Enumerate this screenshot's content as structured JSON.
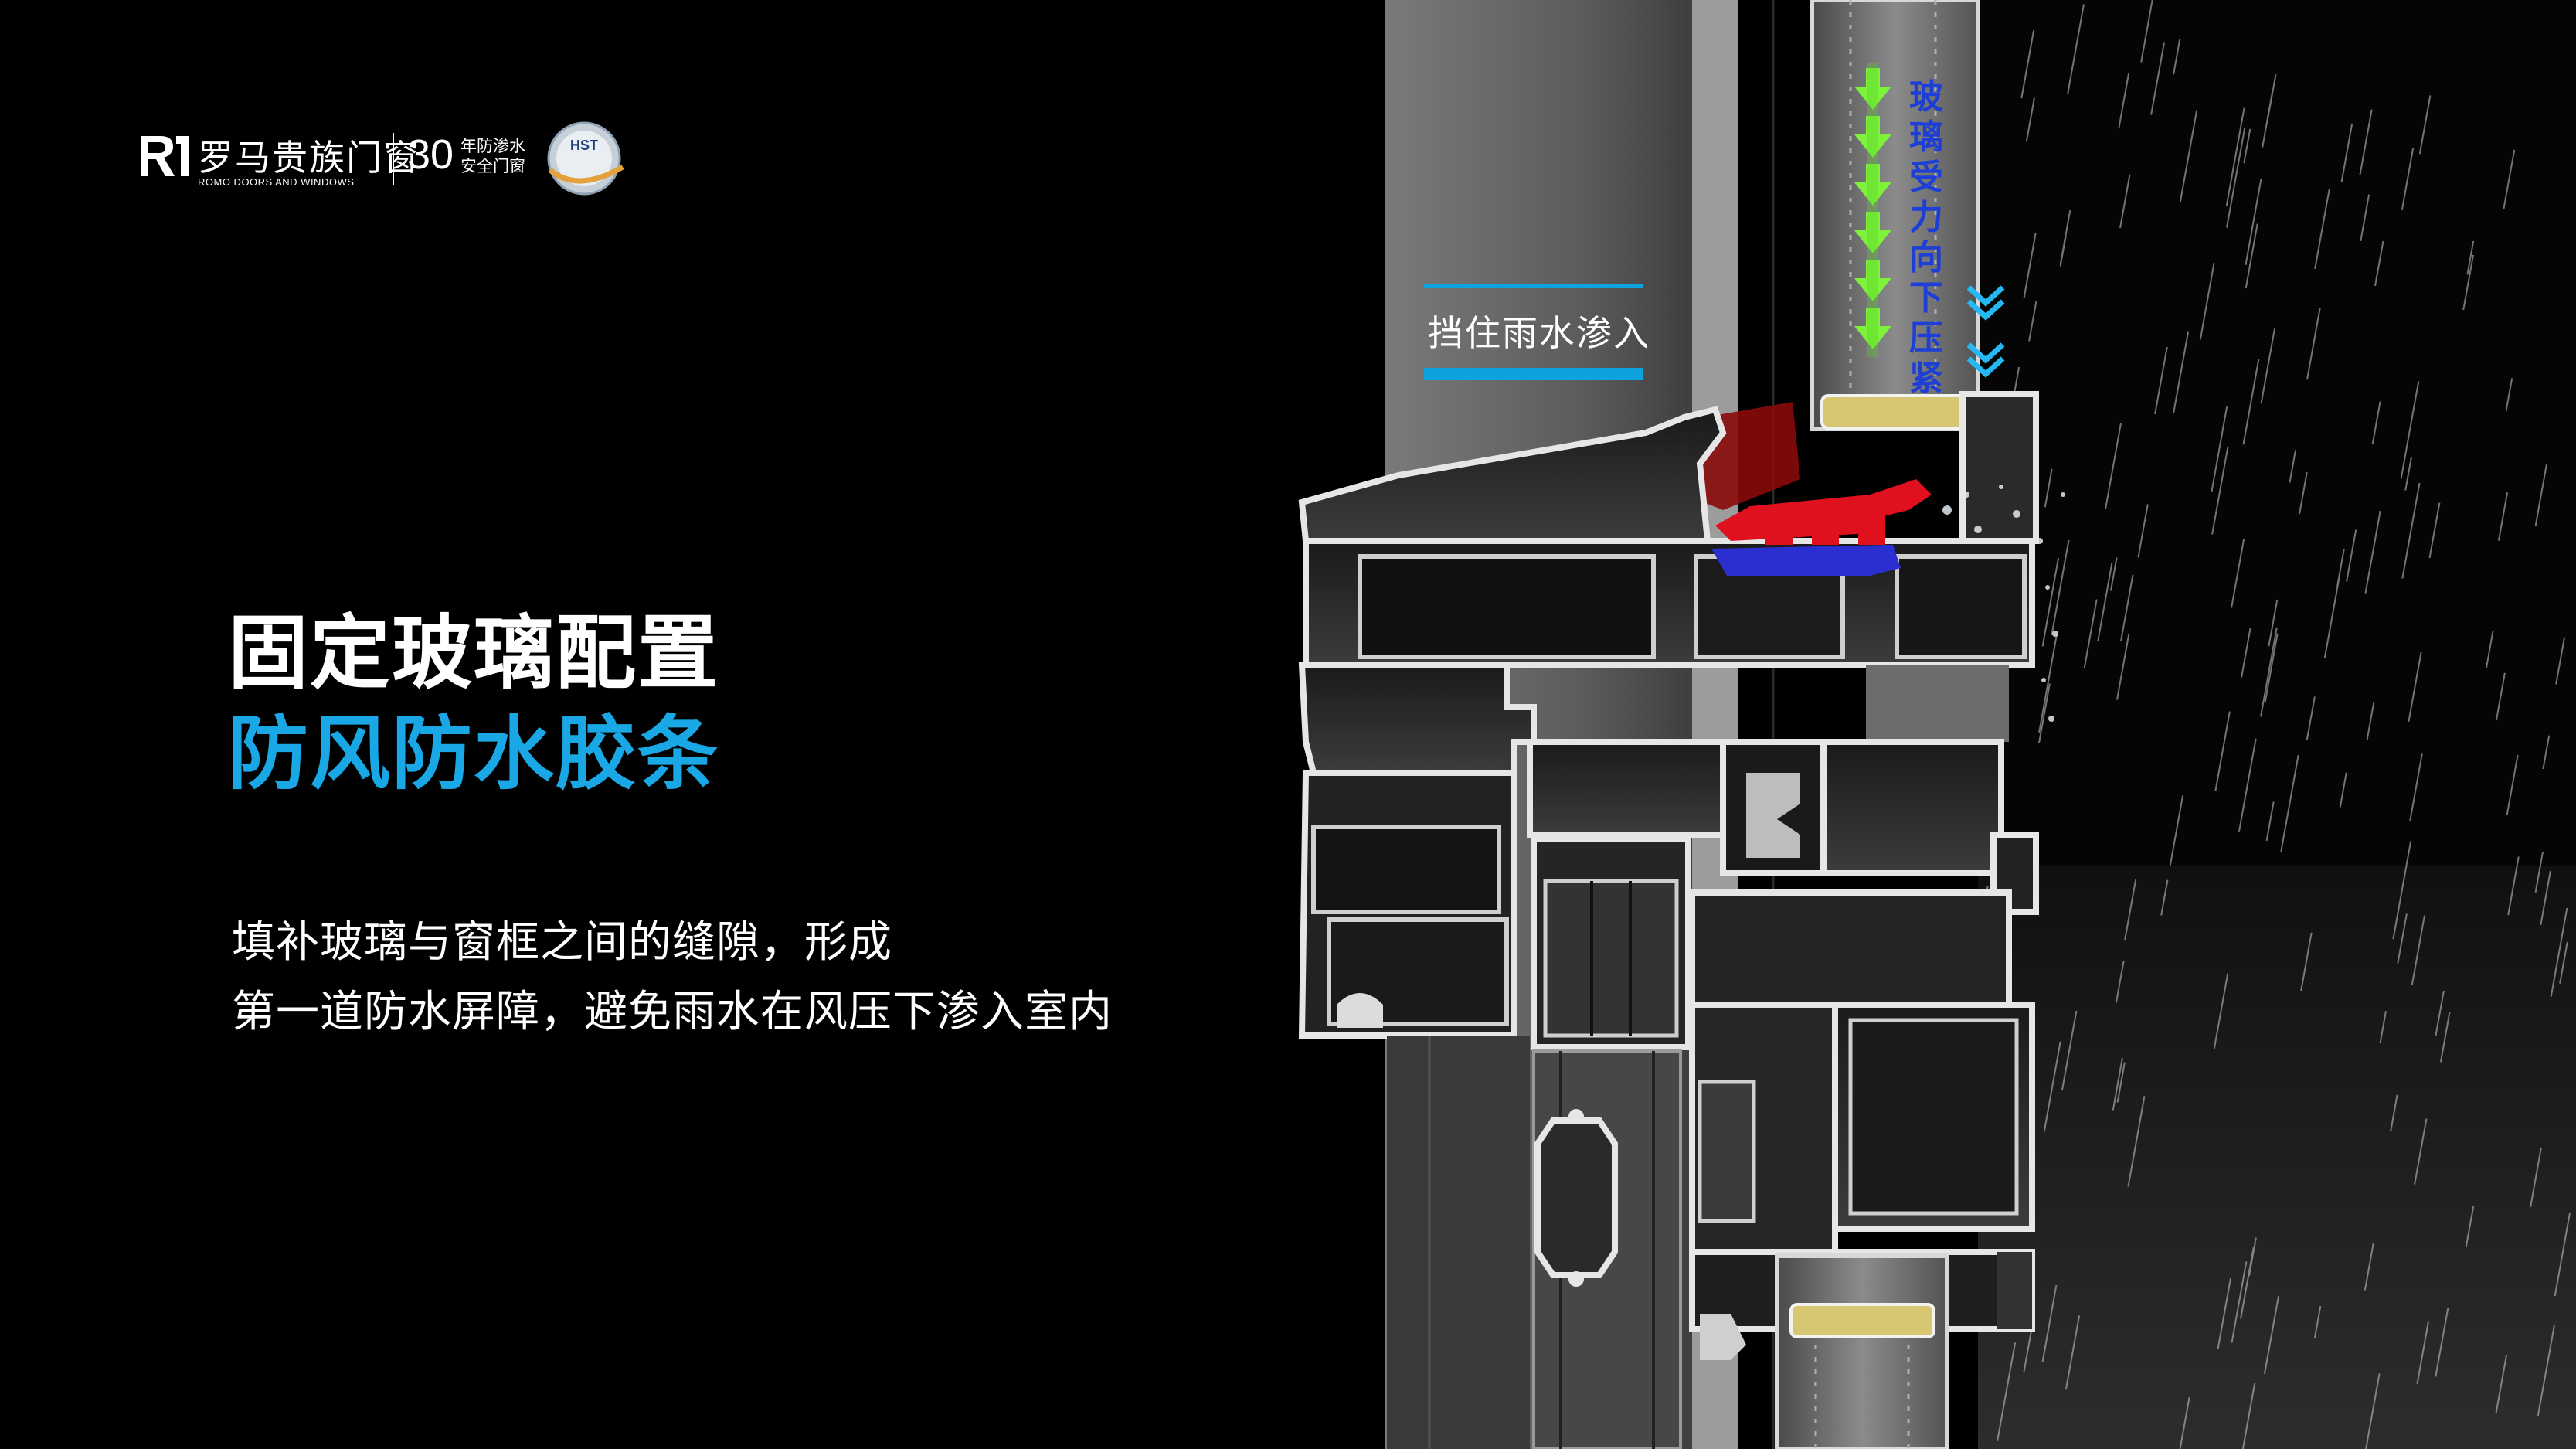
{
  "logo": {
    "brand_cn": "罗马贵族门窗",
    "brand_en": "ROMO DOORS AND WINDOWS",
    "slogan_line1": "年防渗水",
    "slogan_line2": "安全门窗",
    "number": "30",
    "badge_text": "HST"
  },
  "headline": {
    "line1": "固定玻璃配置",
    "line2": "防风防水胶条"
  },
  "description": {
    "line1": "填补玻璃与窗框之间的缝隙，形成",
    "line2": "第一道防水屏障，避免雨水在风压下渗入室内"
  },
  "illustration": {
    "callout_label": "挡住雨水渗入",
    "vertical_label": [
      "玻",
      "璃",
      "受",
      "力",
      "向",
      "下",
      "压",
      "紧"
    ]
  },
  "colors": {
    "accent_blue": "#19a7e6",
    "arrow_green": "#7cf23a",
    "seal_red": "#e0101e",
    "seal_blue": "#2b2fd0",
    "label_blue": "#1d3fd6"
  }
}
